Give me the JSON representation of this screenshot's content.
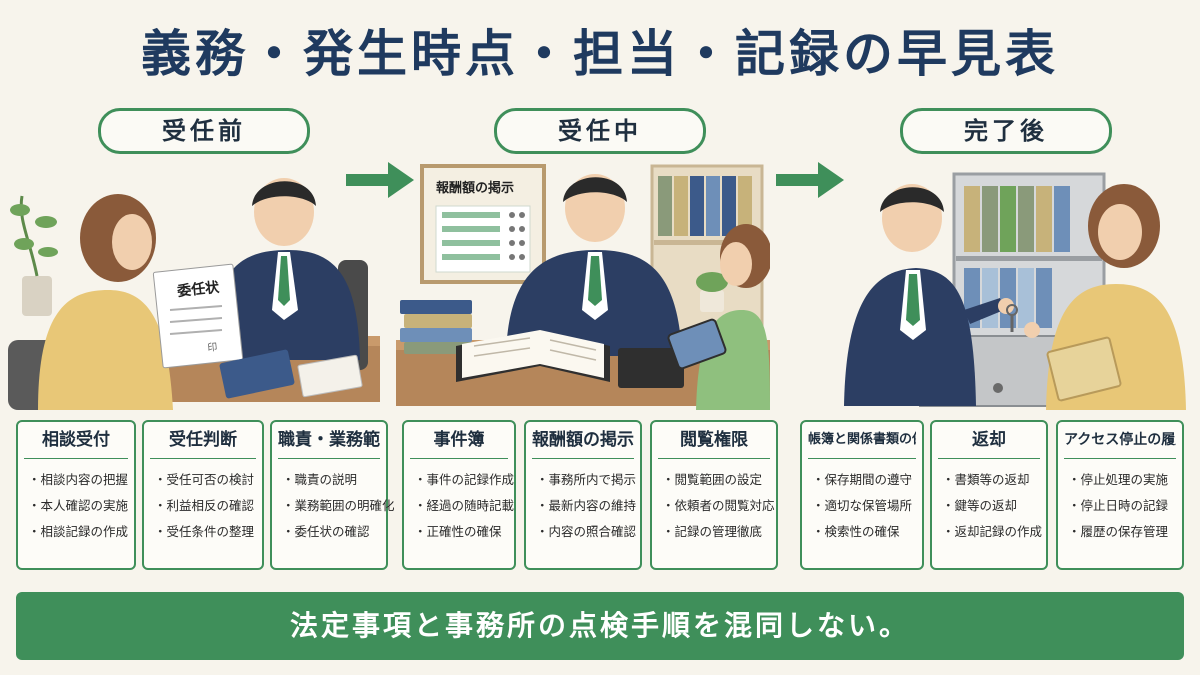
{
  "title": "義務・発生時点・担当・記録の早見表",
  "phases": [
    {
      "label": "受任前"
    },
    {
      "label": "受任中"
    },
    {
      "label": "完了後"
    }
  ],
  "scene_text": {
    "document_title": "委任状",
    "document_signature": "印",
    "notice_title": "報酬額の掲示"
  },
  "cards": [
    {
      "title": "相談受付",
      "items": [
        "相談内容の把握",
        "本人確認の実施",
        "相談記録の作成"
      ]
    },
    {
      "title": "受任判断",
      "items": [
        "受任可否の検討",
        "利益相反の確認",
        "受任条件の整理"
      ]
    },
    {
      "title": "職責・業務範囲",
      "items": [
        "職責の説明",
        "業務範囲の明確化",
        "委任状の確認"
      ]
    },
    {
      "title": "事件簿",
      "items": [
        "事件の記録作成",
        "経過の随時記載",
        "正確性の確保"
      ]
    },
    {
      "title": "報酬額の掲示",
      "items": [
        "事務所内で掲示",
        "最新内容の維持",
        "内容の照合確認"
      ]
    },
    {
      "title": "閲覧権限",
      "items": [
        "閲覧範囲の設定",
        "依頼者の閲覧対応",
        "記録の管理徹底"
      ]
    },
    {
      "title": "帳簿と関係書類の保存",
      "items": [
        "保存期間の遵守",
        "適切な保管場所",
        "検索性の確保"
      ]
    },
    {
      "title": "返却",
      "items": [
        "書類等の返却",
        "鍵等の返却",
        "返却記録の作成"
      ]
    },
    {
      "title": "アクセス停止の履歴",
      "items": [
        "停止処理の実施",
        "停止日時の記録",
        "履歴の保存管理"
      ]
    }
  ],
  "banner": "法定事項と事務所の点検手順を混同しない。",
  "colors": {
    "accent_green": "#3f8f5a",
    "title_navy": "#1f3a5f",
    "background": "#f7f4ec"
  }
}
